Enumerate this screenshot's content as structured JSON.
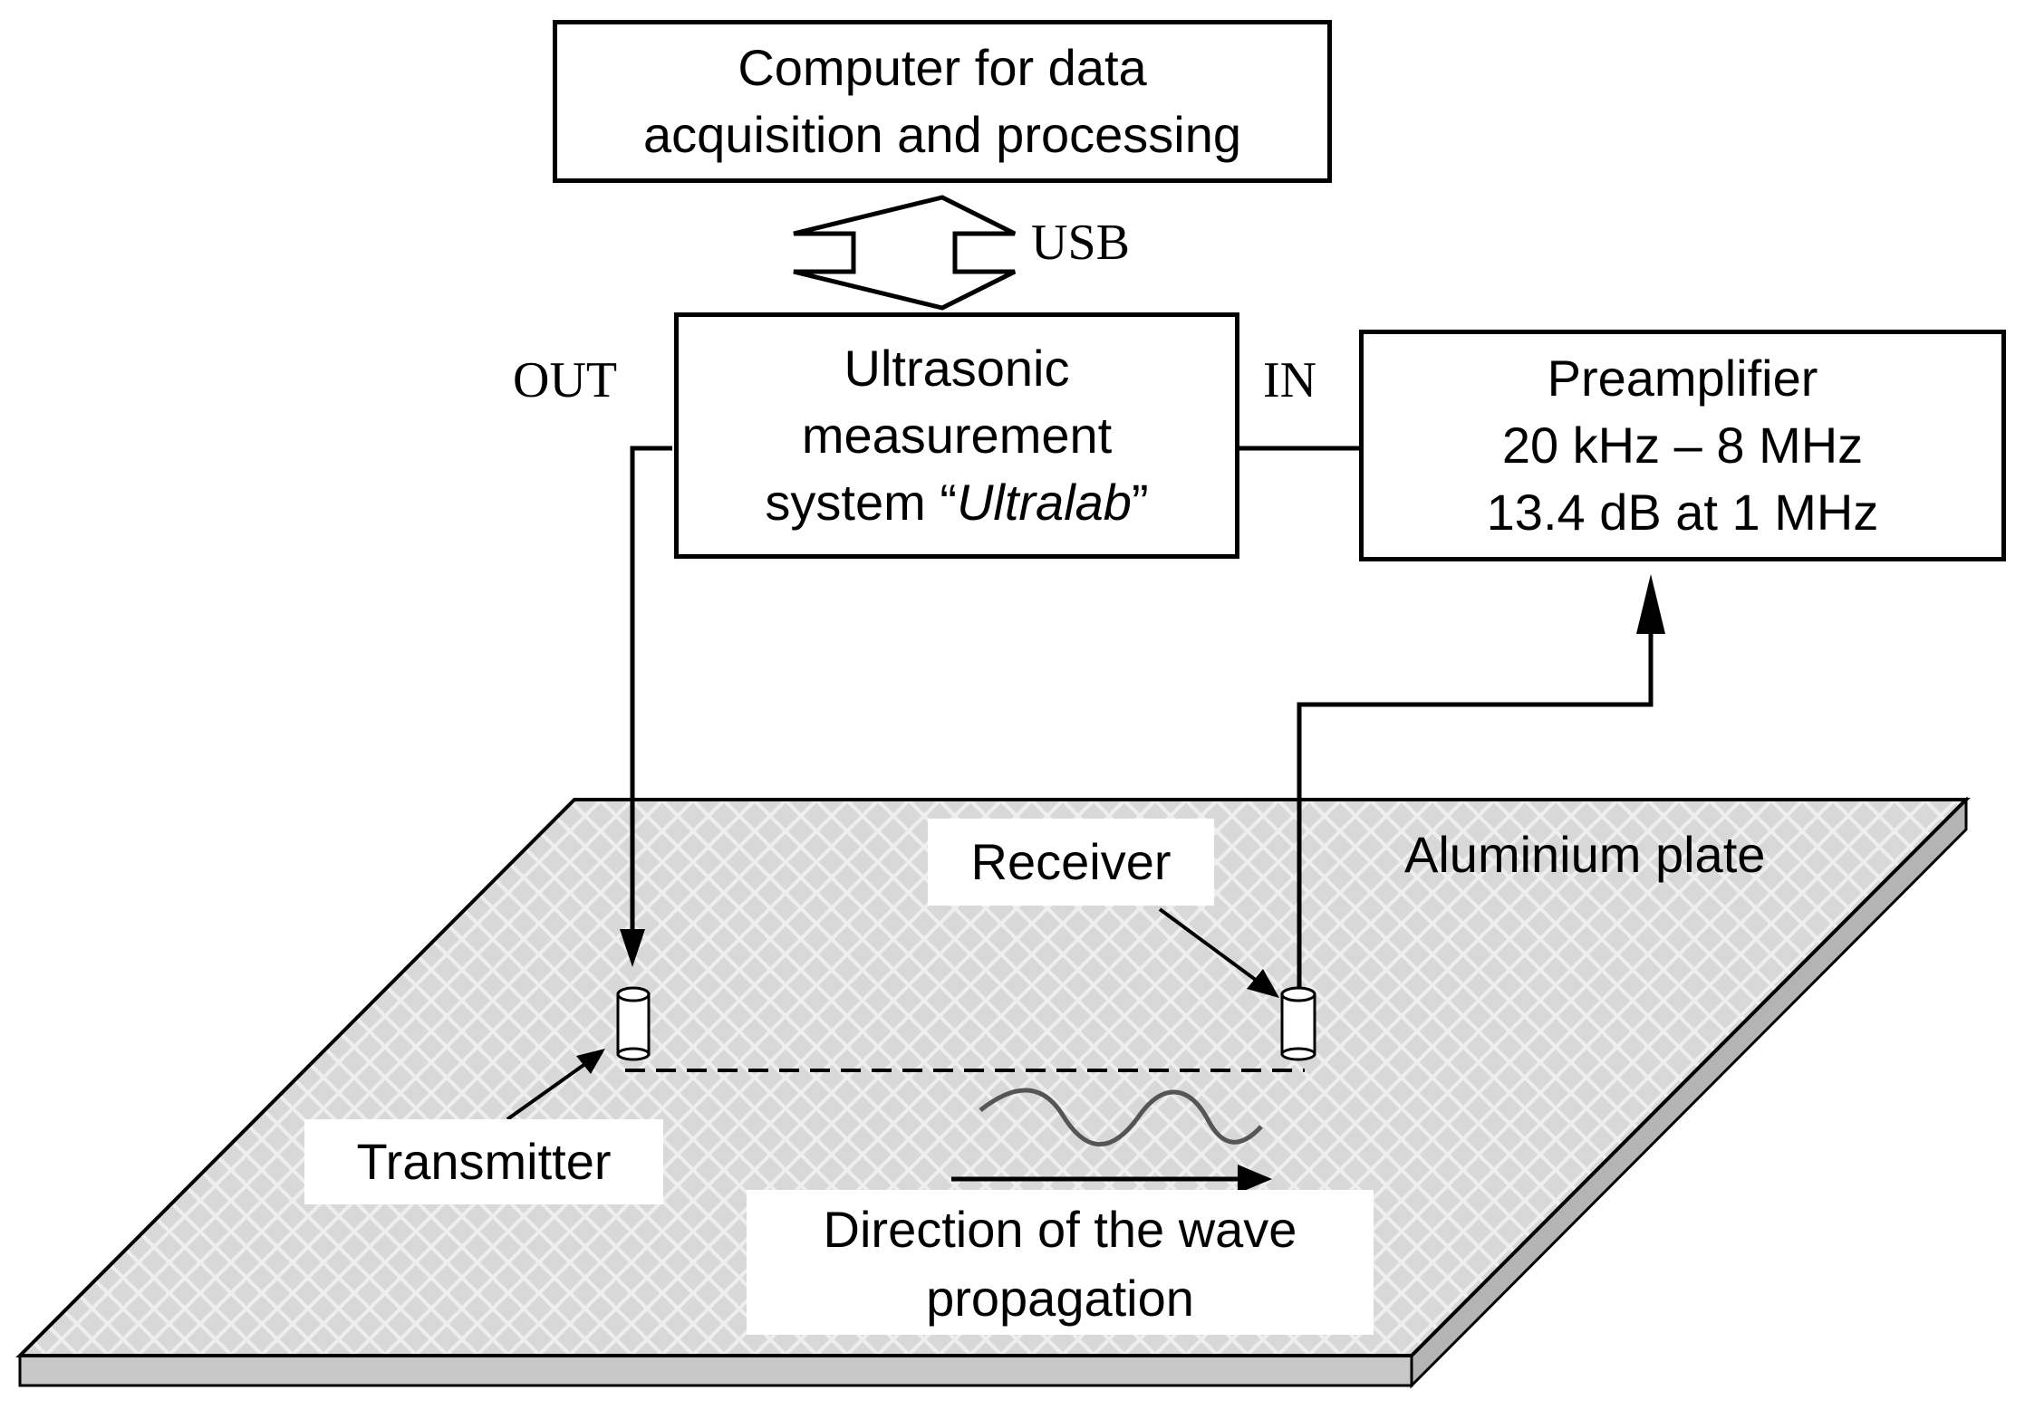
{
  "computer": {
    "line1": "Computer for data",
    "line2": "acquisition and processing"
  },
  "usb_label": "USB",
  "ultralab": {
    "line1": "Ultrasonic",
    "line2": "measurement",
    "line3_prefix": "system “",
    "line3_italic": "Ultralab",
    "line3_suffix": "”"
  },
  "out_label": "OUT",
  "in_label": "IN",
  "preamplifier": {
    "line1": "Preamplifier",
    "line2": "20 kHz – 8 MHz",
    "line3": "13.4 dB at 1 MHz"
  },
  "plate_label": "Aluminium plate",
  "receiver_label": "Receiver",
  "transmitter_label": "Transmitter",
  "direction_label": {
    "line1": "Direction of the wave",
    "line2": "propagation"
  },
  "colors": {
    "line": "#000000",
    "plate_fill": "#dcdcdc",
    "plate_side": "#b4b4b4"
  }
}
